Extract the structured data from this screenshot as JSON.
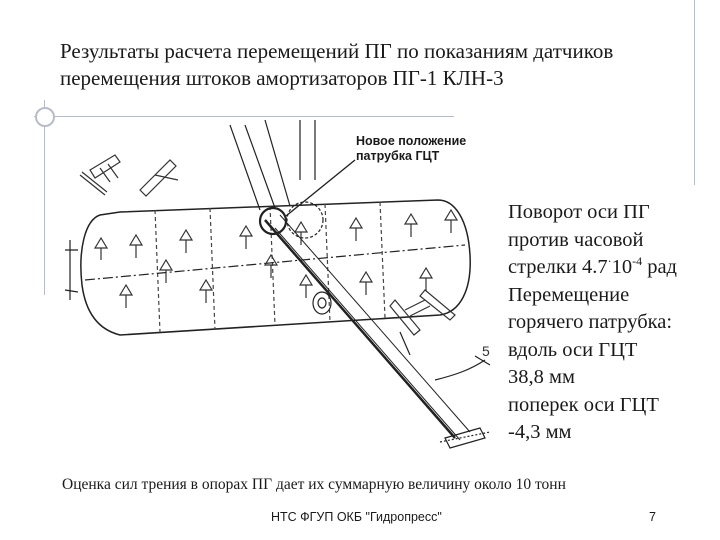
{
  "slide": {
    "title": "Результаты расчета перемещений ПГ по показаниям датчиков перемещения штоков амортизаторов ПГ-1 КЛН-3",
    "callout": "Новое положение\nпатрубка ГЦТ",
    "dimension_fragment": "5",
    "side_text": {
      "rotation_line1": "Поворот оси ПГ",
      "rotation_line2": "против часовой",
      "rotation_line3_prefix": "стрелки 4.7",
      "rotation_dot": "·",
      "rotation_base": "10",
      "rotation_exp": "-4",
      "rotation_unit": " рад",
      "displacement_heading1": "Перемещение",
      "displacement_heading2": "горячего патрубка:",
      "along_label": "вдоль оси ГЦТ",
      "along_value": "38,8 мм",
      "across_label": "поперек оси ГЦТ",
      "across_value": "-4,3 мм"
    },
    "footnote": "Оценка сил трения в опорах ПГ дает их суммарную величину около 10 тонн",
    "footer": "НТС ФГУП ОКБ \"Гидропресс\"",
    "page_number": "7"
  }
}
